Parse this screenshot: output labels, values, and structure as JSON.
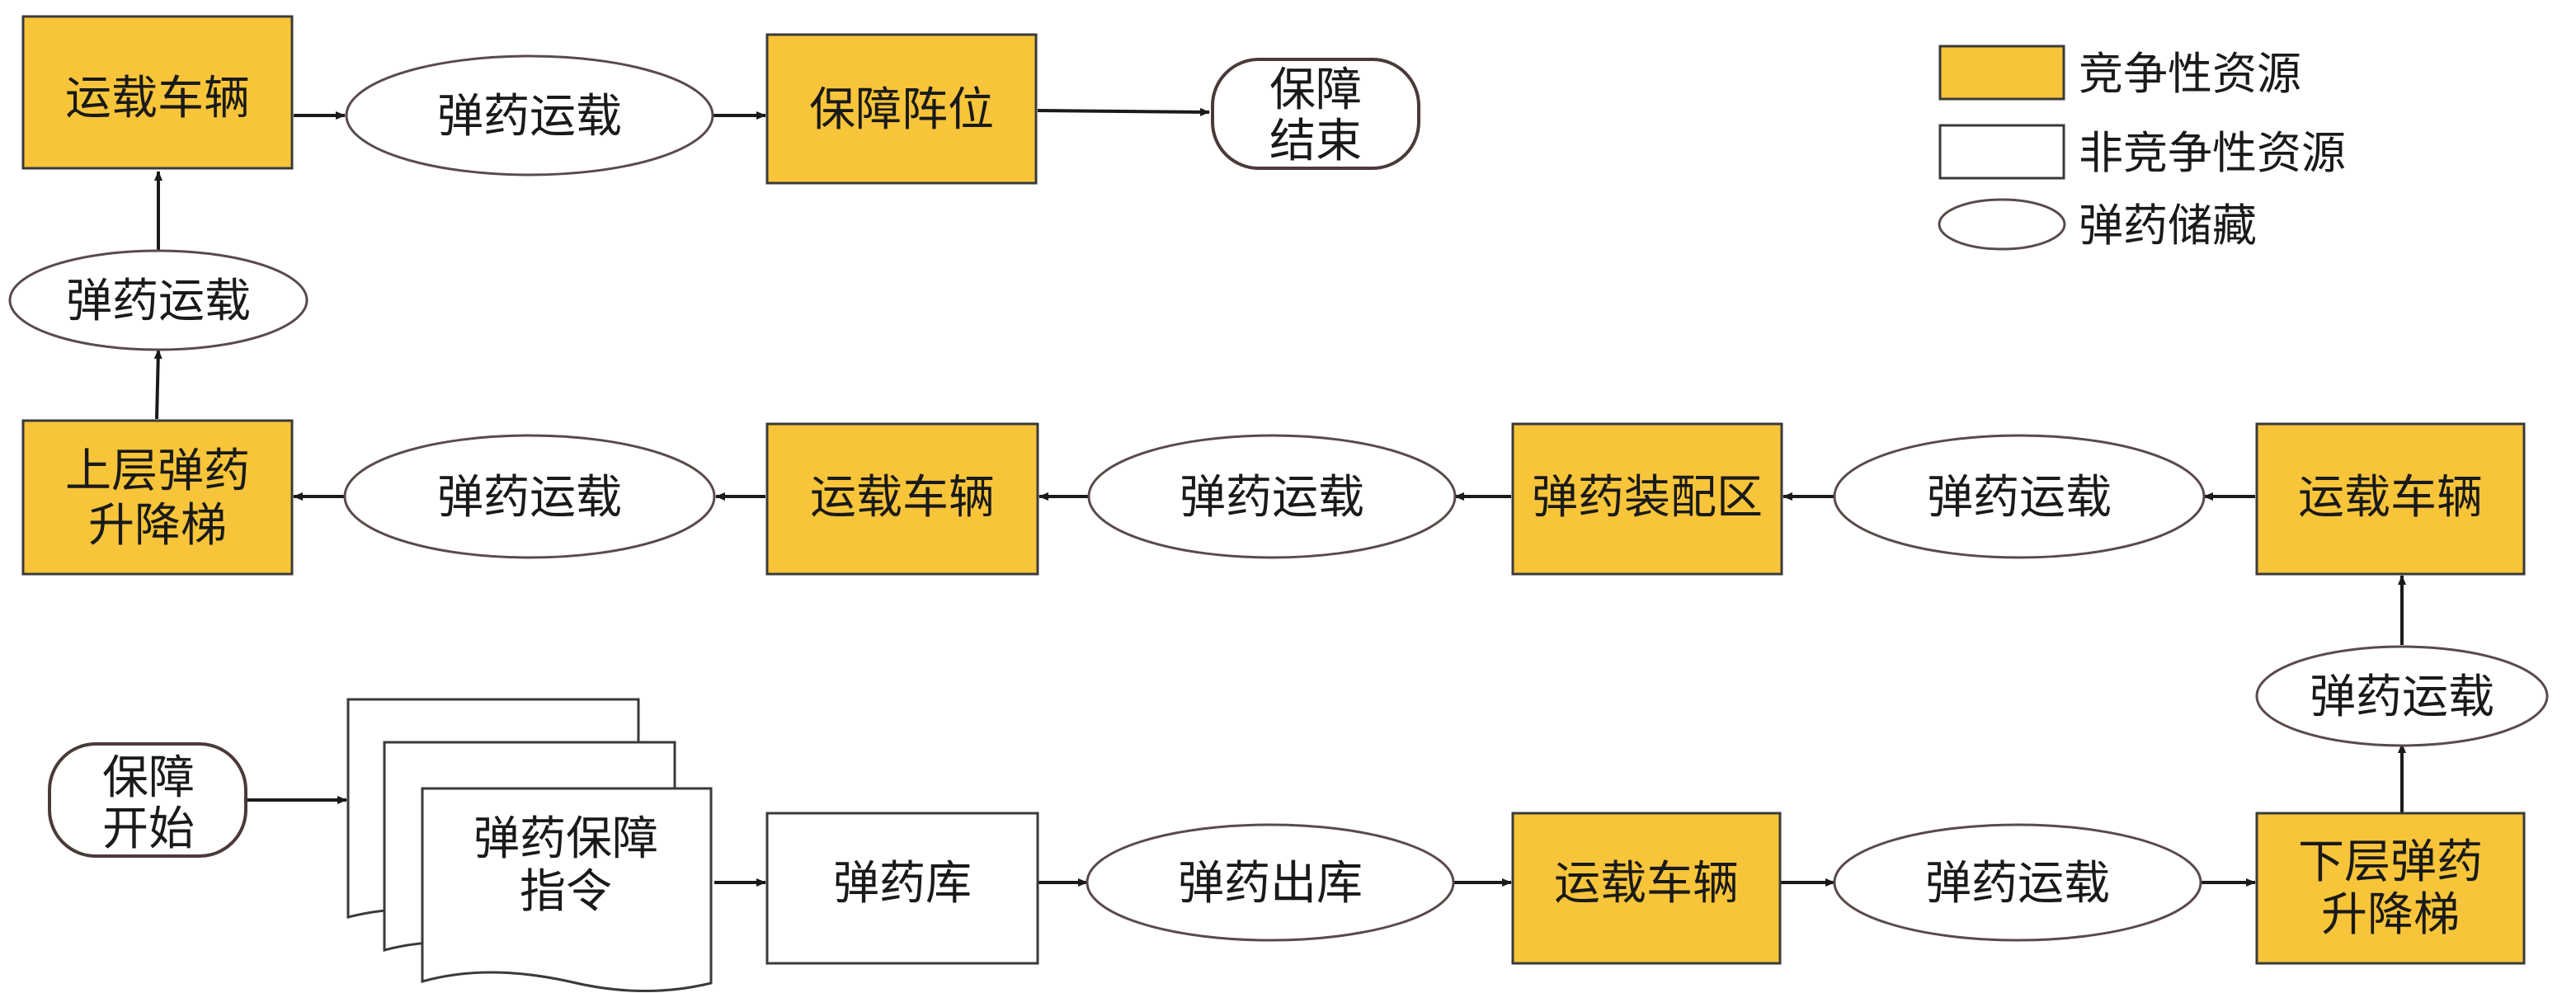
{
  "colors": {
    "competitive": "#F8C53A",
    "noncompetitive": "#FFFFFF",
    "stroke": "#3A3A3A"
  },
  "legend": {
    "competitive": "竞争性资源",
    "noncompetitive": "非竞争性资源",
    "storage": "弹药储藏"
  },
  "nodes": {
    "start": [
      "保障",
      "开始"
    ],
    "order": [
      "弹药保障",
      "指令"
    ],
    "depot": "弹药库",
    "outbound": "弹药出库",
    "vehicle_bottom": "运载车辆",
    "transport_bottom": "弹药运载",
    "lower_lift": [
      "下层弹药",
      "升降梯"
    ],
    "transport_right": "弹药运载",
    "vehicle_right": "运载车辆",
    "transport_mid1": "弹药运载",
    "assembly": "弹药装配区",
    "transport_mid2": "弹药运载",
    "vehicle_mid": "运载车辆",
    "transport_mid3": "弹药运载",
    "upper_lift": [
      "上层弹药",
      "升降梯"
    ],
    "transport_left": "弹药运载",
    "vehicle_top": "运载车辆",
    "transport_top": "弹药运载",
    "position": "保障阵位",
    "end": [
      "保障",
      "结束"
    ]
  }
}
